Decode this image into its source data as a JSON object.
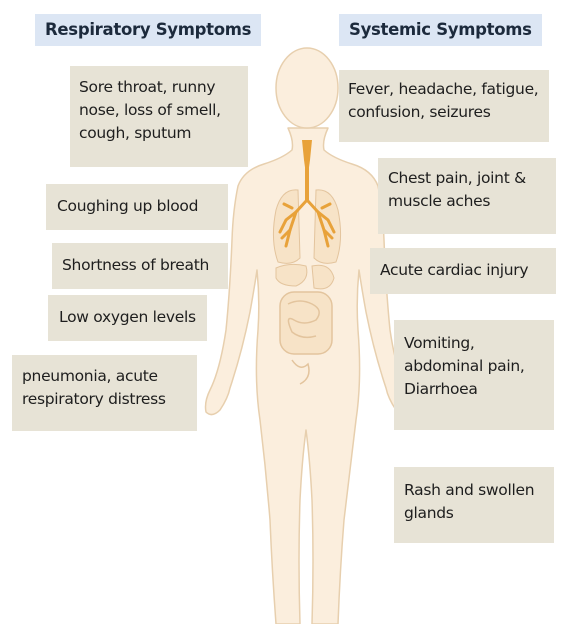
{
  "headers": {
    "respiratory": "Respiratory Symptoms",
    "systemic": "Systemic Symptoms"
  },
  "respiratory_symptoms": [
    {
      "lines": [
        "Sore throat, runny",
        "nose, loss of smell,",
        "cough, sputum"
      ]
    },
    {
      "lines": [
        "Coughing up blood"
      ]
    },
    {
      "lines": [
        "Shortness of breath"
      ]
    },
    {
      "lines": [
        "Low oxygen levels"
      ]
    },
    {
      "lines": [
        "pneumonia, acute",
        "respiratory distress"
      ]
    }
  ],
  "systemic_symptoms": [
    {
      "lines": [
        "Fever, headache, fatigue,",
        "confusion, seizures"
      ]
    },
    {
      "lines": [
        "Chest pain, joint &",
        "muscle aches"
      ]
    },
    {
      "lines": [
        "Acute cardiac injury"
      ]
    },
    {
      "lines": [
        "Vomiting,",
        "abdominal pain,",
        "Diarrhoea"
      ]
    },
    {
      "lines": [
        "Rash and swollen",
        "glands"
      ]
    }
  ],
  "colors": {
    "header_bg": "#dce6f4",
    "box_bg": "#e7e3d6",
    "body_fill": "#fbeedd",
    "body_stroke": "#e7cfae",
    "lungs_airway": "#e8a23a"
  }
}
